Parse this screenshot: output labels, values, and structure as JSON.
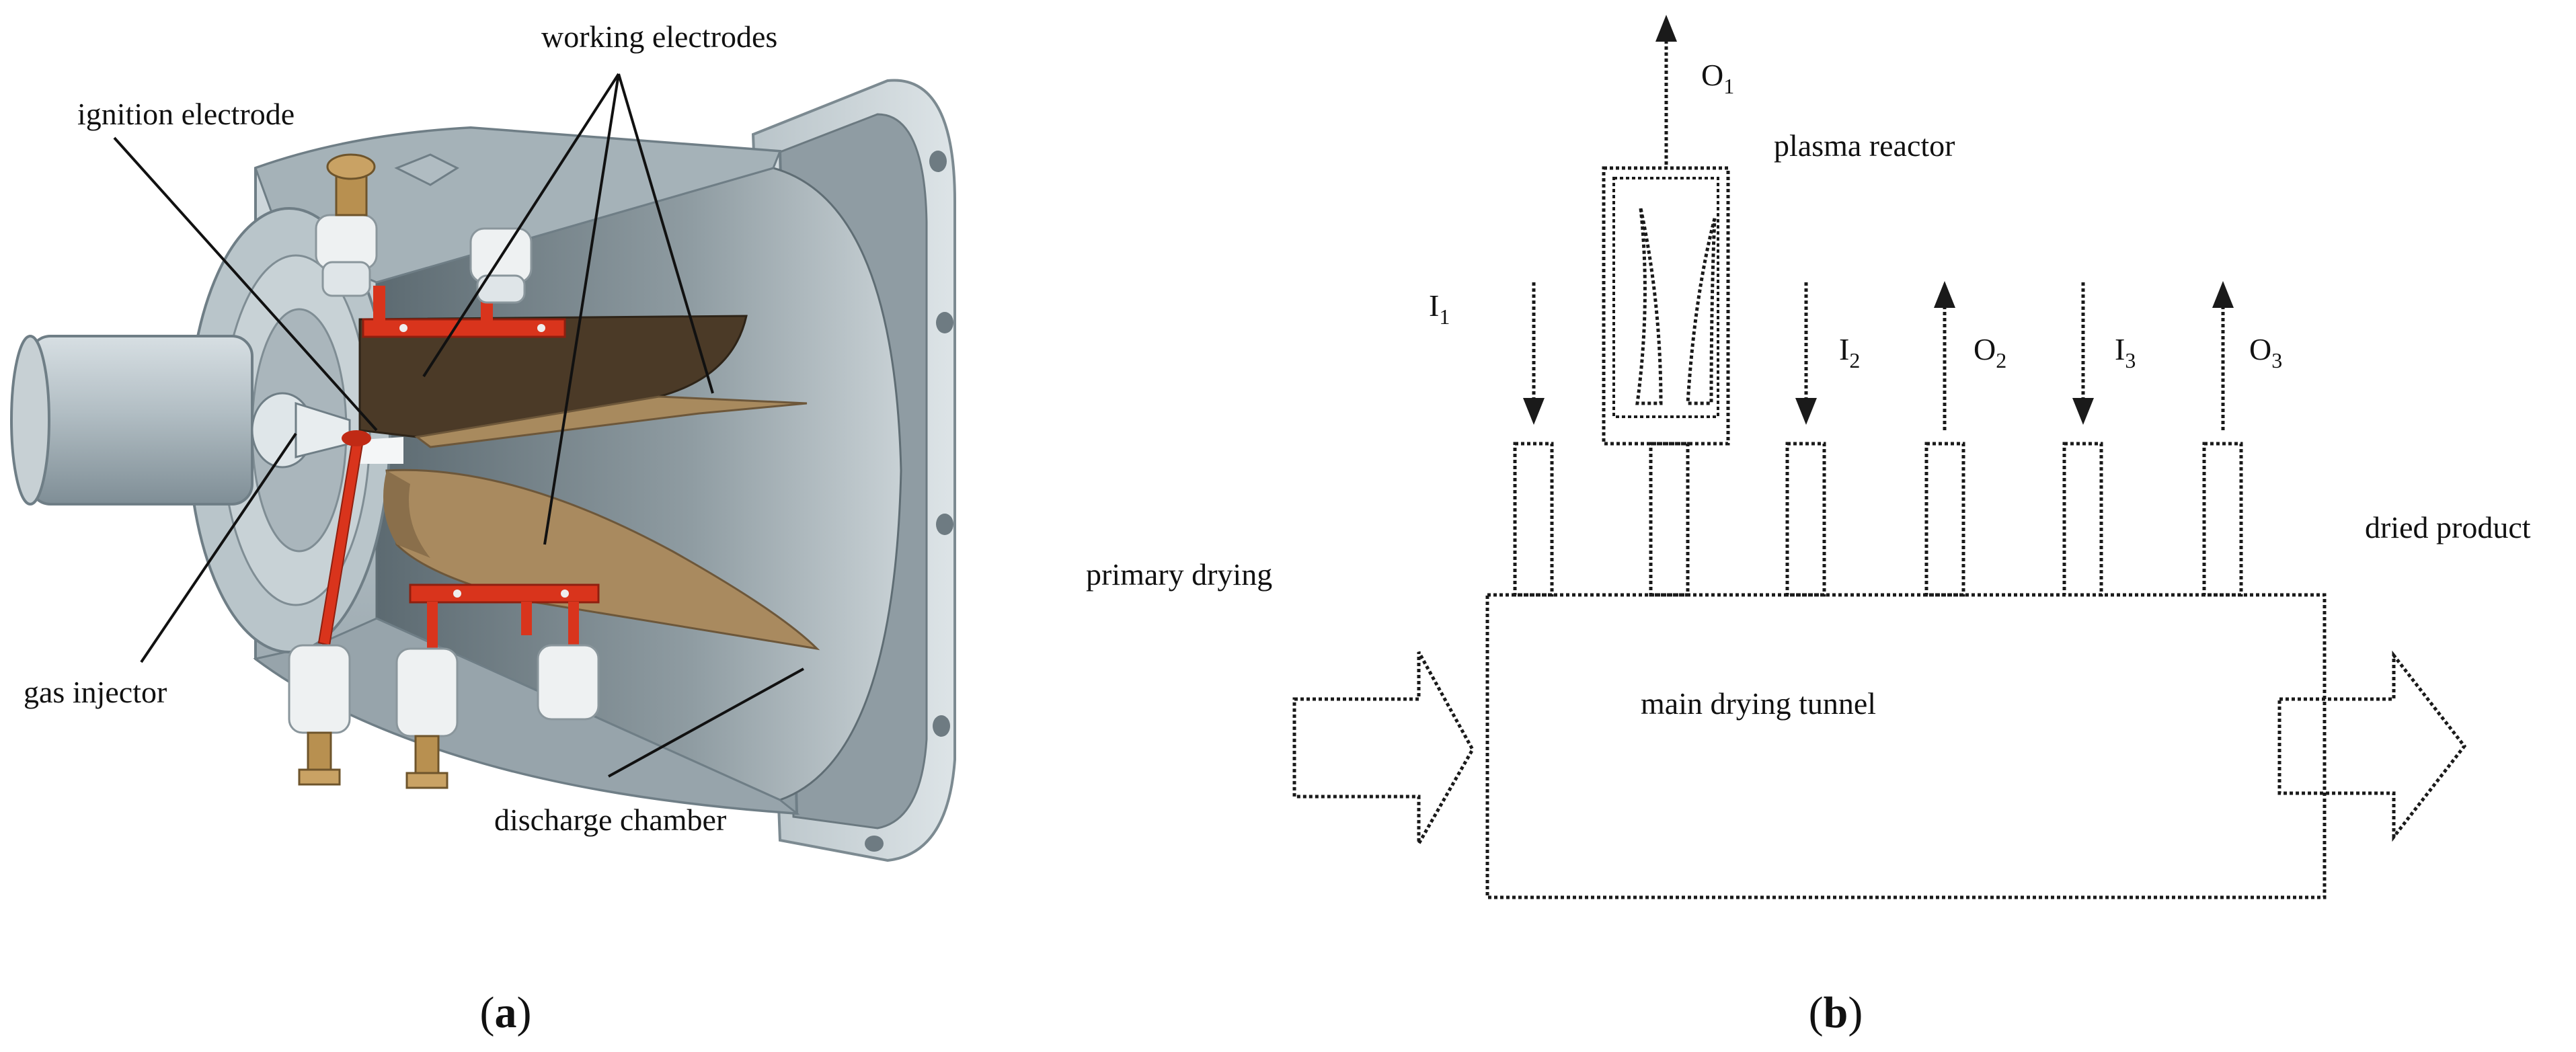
{
  "panel_a": {
    "labels": {
      "working_electrodes": "working electrodes",
      "ignition_electrode": "ignition electrode",
      "gas_injector": "gas injector",
      "discharge_chamber": "discharge chamber"
    },
    "caption_open": "(",
    "caption_letter": "a",
    "caption_close": ")"
  },
  "panel_b": {
    "labels": {
      "plasma_reactor": "plasma reactor",
      "primary_drying": "primary drying",
      "dried_product": "dried product",
      "main_drying_tunnel": "main drying tunnel"
    },
    "streams": [
      {
        "letter": "O",
        "sub": "1"
      },
      {
        "letter": "I",
        "sub": "1"
      },
      {
        "letter": "I",
        "sub": "2"
      },
      {
        "letter": "O",
        "sub": "2"
      },
      {
        "letter": "I",
        "sub": "3"
      },
      {
        "letter": "O",
        "sub": "3"
      }
    ],
    "caption_open": "(",
    "caption_letter": "b",
    "caption_close": ")"
  },
  "colors": {
    "metal_light": "#c9d3d8",
    "metal_mid": "#a9b6bd",
    "metal_dark": "#6f7e86",
    "electrode_brown": "#a98a5f",
    "electrode_dark": "#4a3a28",
    "bracket_red": "#d9341c",
    "insulator_white": "#eef1f2",
    "brass": "#b89050",
    "line": "#1a1a1a"
  }
}
